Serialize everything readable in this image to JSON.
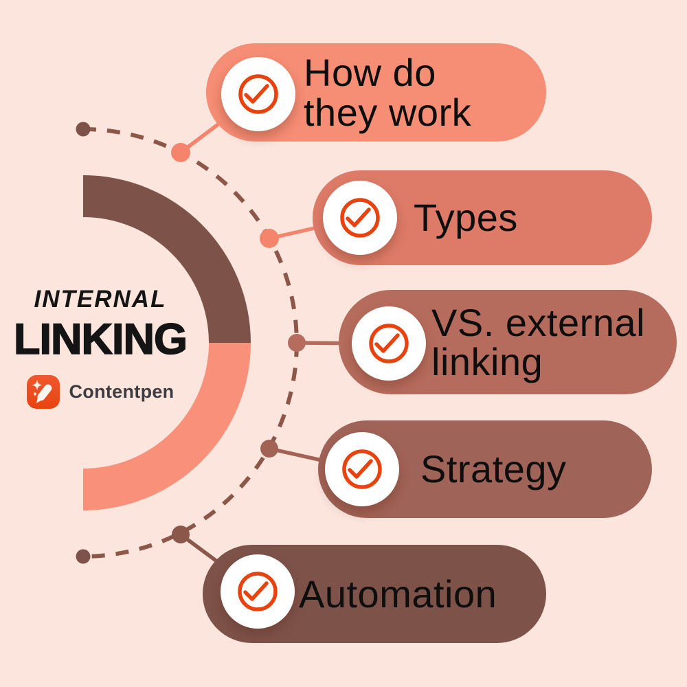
{
  "title": {
    "line1": "INTERNAL",
    "line2": "LINKING"
  },
  "brand": {
    "name": "Contentpen",
    "logo_icon": "pen-sparkle-icon"
  },
  "items": [
    {
      "label": "How do\nthey work",
      "pill_color": "#F68D75",
      "connector_color": "#F5846D"
    },
    {
      "label": "Types",
      "pill_color": "#DD7B68",
      "connector_color": "#F5846D"
    },
    {
      "label": "VS. external\nlinking",
      "pill_color": "#B66C5C",
      "connector_color": "#B66C5C"
    },
    {
      "label": "Strategy",
      "pill_color": "#A06357",
      "connector_color": "#A26355"
    },
    {
      "label": "Automation",
      "pill_color": "#7D5249",
      "connector_color": "#8A574A"
    }
  ],
  "colors": {
    "background": "#FBE5DD",
    "arc_top": "#7D5249",
    "arc_bottom": "#F8907A",
    "dashed_arc": "#8C5749",
    "end_dot": "#7D5249",
    "check": "#E8420E",
    "item_text": "#0E0E0E",
    "logo_background": "#EB4E1F"
  },
  "icons": {
    "item_badge": "check-circle-icon"
  }
}
